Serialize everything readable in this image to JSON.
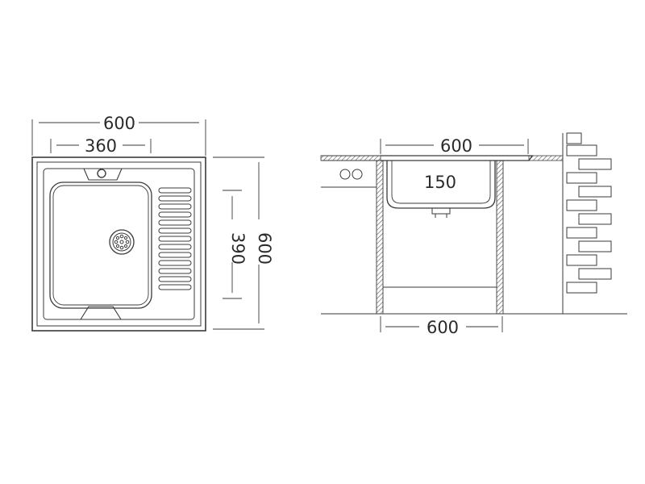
{
  "top_view": {
    "overall_width_label": "600",
    "bowl_width_label": "360",
    "bowl_length_label": "390",
    "overall_length_label": "600"
  },
  "side_view": {
    "top_width_label": "600",
    "bowl_depth_label": "150",
    "cabinet_width_label": "600"
  },
  "colors": {
    "line": "#3a3a3a",
    "text": "#2b2b2b",
    "hatch": "#555555"
  }
}
